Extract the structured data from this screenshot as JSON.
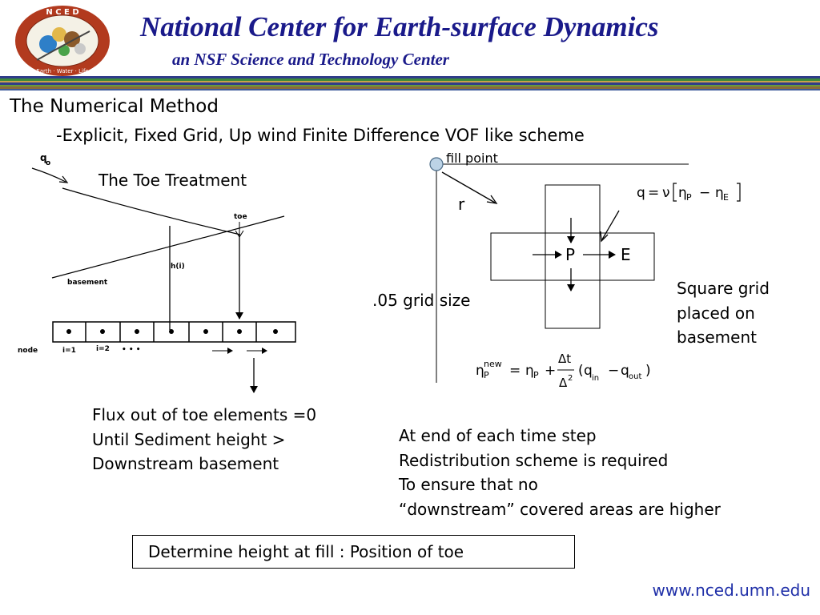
{
  "header": {
    "logo_text": "N C E D",
    "logo_bottom_text": "Earth · Water · Life",
    "title": "National Center  for Earth-surface Dynamics",
    "subtitle": "an NSF Science and Technology Center"
  },
  "section_title": "The Numerical Method",
  "sub_line": "-Explicit, Fixed Grid, Up wind Finite Difference VOF like scheme",
  "toe_diagram": {
    "title": "The Toe Treatment",
    "q_label": "q",
    "q_sub": "o",
    "toe_label": "toe",
    "h_label": "h(i)",
    "basement_label": "basement",
    "node_label": "node",
    "i1_label": "i=1",
    "i2_label": "i=2",
    "dots_label": "• • •"
  },
  "grid_diagram": {
    "fill_point_label": "fill point",
    "r_label": "r",
    "p_label": "P",
    "e_label": "E",
    "grid_size_label": ".05 grid size",
    "flux_eq": {
      "q": "q",
      "eq": "=",
      "nu": "ν",
      "eta": "η",
      "sub_p": "P",
      "minus": "−",
      "sub_e": "E"
    },
    "update_eq": {
      "eta": "η",
      "sub_p": "P",
      "sup_new": "new",
      "eq": "=",
      "plus": "+",
      "dt": "Δt",
      "delta": "Δ",
      "sq": "2",
      "q": "q",
      "sub_in": "in",
      "minus": "−",
      "sub_out": "out",
      "lparen": "(",
      "rparen": ")"
    }
  },
  "square_grid_lines": [
    "Square grid",
    "placed on",
    "basement"
  ],
  "flux_lines": [
    "Flux out of toe elements =0",
    "Until Sediment height >",
    "Downstream basement"
  ],
  "redistribution_lines": [
    "At end of each time step",
    "Redistribution scheme is required",
    "To ensure that no",
    "“downstream” covered areas are higher"
  ],
  "bottom_box_text": "Determine height at fill  :  Position of toe",
  "footer_url": "www.nced.umn.edu",
  "colors": {
    "title_blue": "#1a1a8a",
    "footer_blue": "#1f2fa8",
    "fill_point": "#bcd3e6",
    "logo_ring": "#b23a1e"
  }
}
